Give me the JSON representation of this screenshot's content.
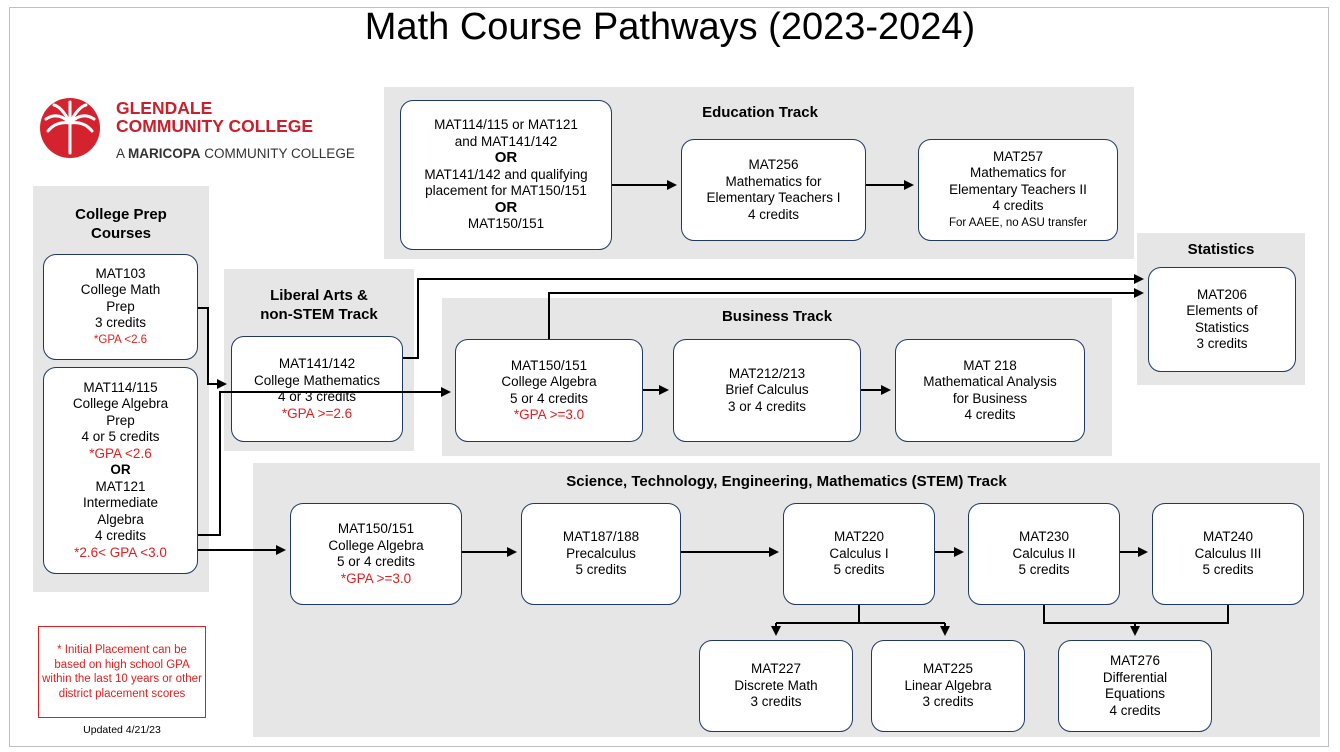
{
  "title": "Math Course Pathways (2023-2024)",
  "logo": {
    "line1": "GLENDALE",
    "line2": "COMMUNITY COLLEGE",
    "sub_a": "A",
    "sub_b": "MARICOPA",
    "sub_c": "COMMUNITY COLLEGE"
  },
  "panels": {
    "prep": "College Prep Courses",
    "liberal_1": "Liberal Arts &",
    "liberal_2": "non-STEM Track",
    "education": "Education Track",
    "statistics": "Statistics",
    "business": "Business Track",
    "stem": "Science, Technology, Engineering, Mathematics (STEM) Track"
  },
  "boxes": {
    "mat103": [
      "MAT103",
      "College Math",
      "Prep",
      "3 credits",
      "*GPA <2.6"
    ],
    "mat114": [
      "MAT114/115",
      "College Algebra",
      "Prep",
      "4 or 5 credits",
      "*GPA <2.6",
      "OR",
      "MAT121",
      "Intermediate",
      "Algebra",
      "4 credits",
      "*2.6< GPA <3.0"
    ],
    "edu_pre": [
      "MAT114/115 or MAT121",
      "and  MAT141/142",
      "OR",
      "MAT141/142 and qualifying",
      "placement for MAT150/151",
      "OR",
      "MAT150/151"
    ],
    "mat256": [
      "MAT256",
      "Mathematics for",
      "Elementary Teachers I",
      "4 credits"
    ],
    "mat257": [
      "MAT257",
      "Mathematics for",
      "Elementary Teachers II",
      "4 credits",
      "For AAEE, no ASU transfer"
    ],
    "mat141": [
      "MAT141/142",
      "College Mathematics",
      "4 or 3 credits",
      "*GPA >=2.6"
    ],
    "mat150b": [
      "MAT150/151",
      "College Algebra",
      "5 or 4 credits",
      "*GPA >=3.0"
    ],
    "mat212": [
      "MAT212/213",
      "Brief Calculus",
      "3 or 4 credits"
    ],
    "mat218": [
      "MAT 218",
      "Mathematical Analysis",
      "for Business",
      "4 credits"
    ],
    "mat206": [
      "MAT206",
      "Elements of",
      "Statistics",
      "3 credits"
    ],
    "mat150s": [
      "MAT150/151",
      "College Algebra",
      "5 or 4 credits",
      "*GPA >=3.0"
    ],
    "mat187": [
      "MAT187/188",
      "Precalculus",
      "5 credits"
    ],
    "mat220": [
      "MAT220",
      "Calculus I",
      "5 credits"
    ],
    "mat230": [
      "MAT230",
      "Calculus II",
      "5 credits"
    ],
    "mat240": [
      "MAT240",
      "Calculus III",
      "5 credits"
    ],
    "mat227": [
      "MAT227",
      "Discrete Math",
      "3 credits"
    ],
    "mat225": [
      "MAT225",
      "Linear Algebra",
      "3 credits"
    ],
    "mat276": [
      "MAT276",
      "Differential",
      "Equations",
      "4 credits"
    ]
  },
  "note": "* Initial Placement can be based on high school GPA within the last 10 years or other district placement scores",
  "updated": "Updated 4/21/23"
}
